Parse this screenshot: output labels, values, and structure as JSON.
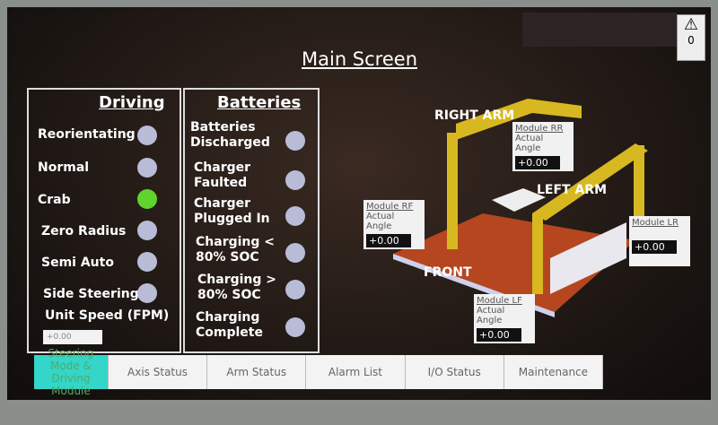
{
  "title": "Main Screen",
  "alarm": {
    "icon": "warning-icon",
    "count": "0"
  },
  "driving": {
    "header": "Driving",
    "items": [
      {
        "label": "Reorientating",
        "on": false
      },
      {
        "label": "Normal",
        "on": false
      },
      {
        "label": "Crab",
        "on": true
      },
      {
        "label": "Zero Radius",
        "on": false
      },
      {
        "label": "Semi Auto",
        "on": false
      },
      {
        "label": "Side Steering",
        "on": false
      }
    ],
    "speed_label": "Unit Speed (FPM)",
    "speed_value": "+0.00"
  },
  "batteries": {
    "header": "Batteries",
    "items": [
      {
        "label": "Batteries Discharged"
      },
      {
        "label": "Charger Faulted"
      },
      {
        "label": "Charger Plugged In"
      },
      {
        "label": "Charging < 80% SOC"
      },
      {
        "label": "Charging > 80% SOC"
      },
      {
        "label": "Charging Complete"
      }
    ]
  },
  "diagram": {
    "right_arm": "RIGHT ARM",
    "left_arm": "LEFT ARM",
    "front": "FRONT",
    "modules": [
      {
        "name": "Module RR",
        "sub": "Actual Angle",
        "value": "+0.00"
      },
      {
        "name": "Module RF",
        "sub": "Actual Angle",
        "value": "+0.00"
      },
      {
        "name": "Module LR",
        "sub": "",
        "value": "+0.00"
      },
      {
        "name": "Module LF",
        "sub": "Actual Angle",
        "value": "+0.00"
      }
    ]
  },
  "tabs": [
    "Steering Mode & Driving Module",
    "Axis Status",
    "Arm Status",
    "Alarm List",
    "I/O Status",
    "Maintenance"
  ],
  "colors": {
    "led_off": "#b8bcd6",
    "led_on": "#5fd42c",
    "active_tab": "#33d6c8"
  }
}
